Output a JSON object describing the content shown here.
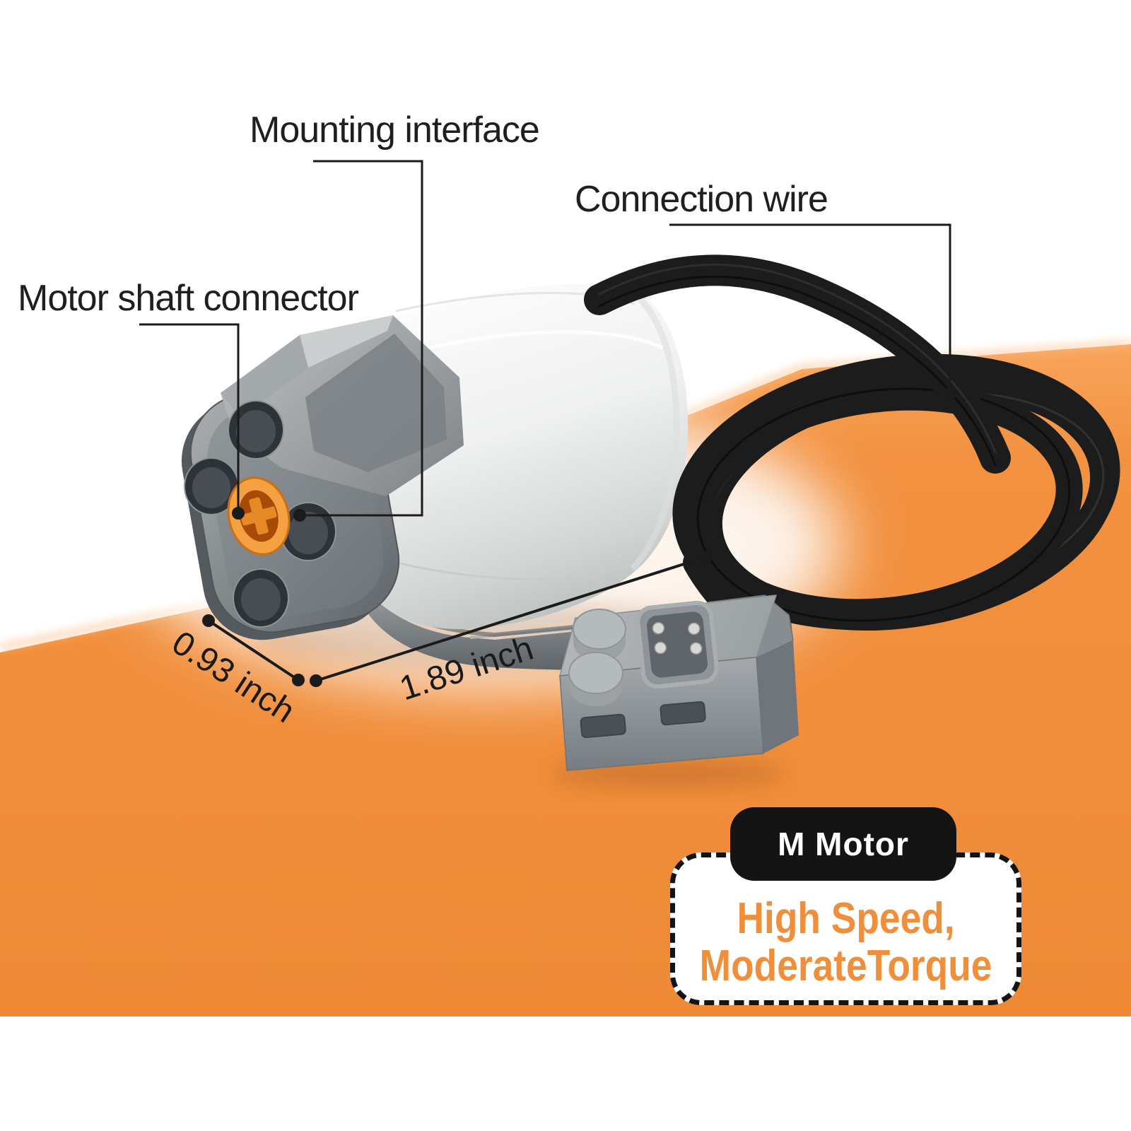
{
  "annotations": {
    "mounting_interface": "Mounting interface",
    "connection_wire": "Connection wire",
    "motor_shaft_connector": "Motor shaft connector"
  },
  "dimensions": {
    "width_label": "0.93 inch",
    "length_label": "1.89 inch"
  },
  "badge": {
    "label": "M Motor"
  },
  "feature_box": {
    "line1": "High Speed,",
    "line2": "ModerateTorque"
  },
  "colors": {
    "background_orange": "#F2913D",
    "accent_text_orange": "#F08F3B",
    "badge_black": "#141414",
    "label_black": "#1F1F1F",
    "wire_black": "#1C1C1C",
    "shaft_orange": "#F5A041"
  }
}
